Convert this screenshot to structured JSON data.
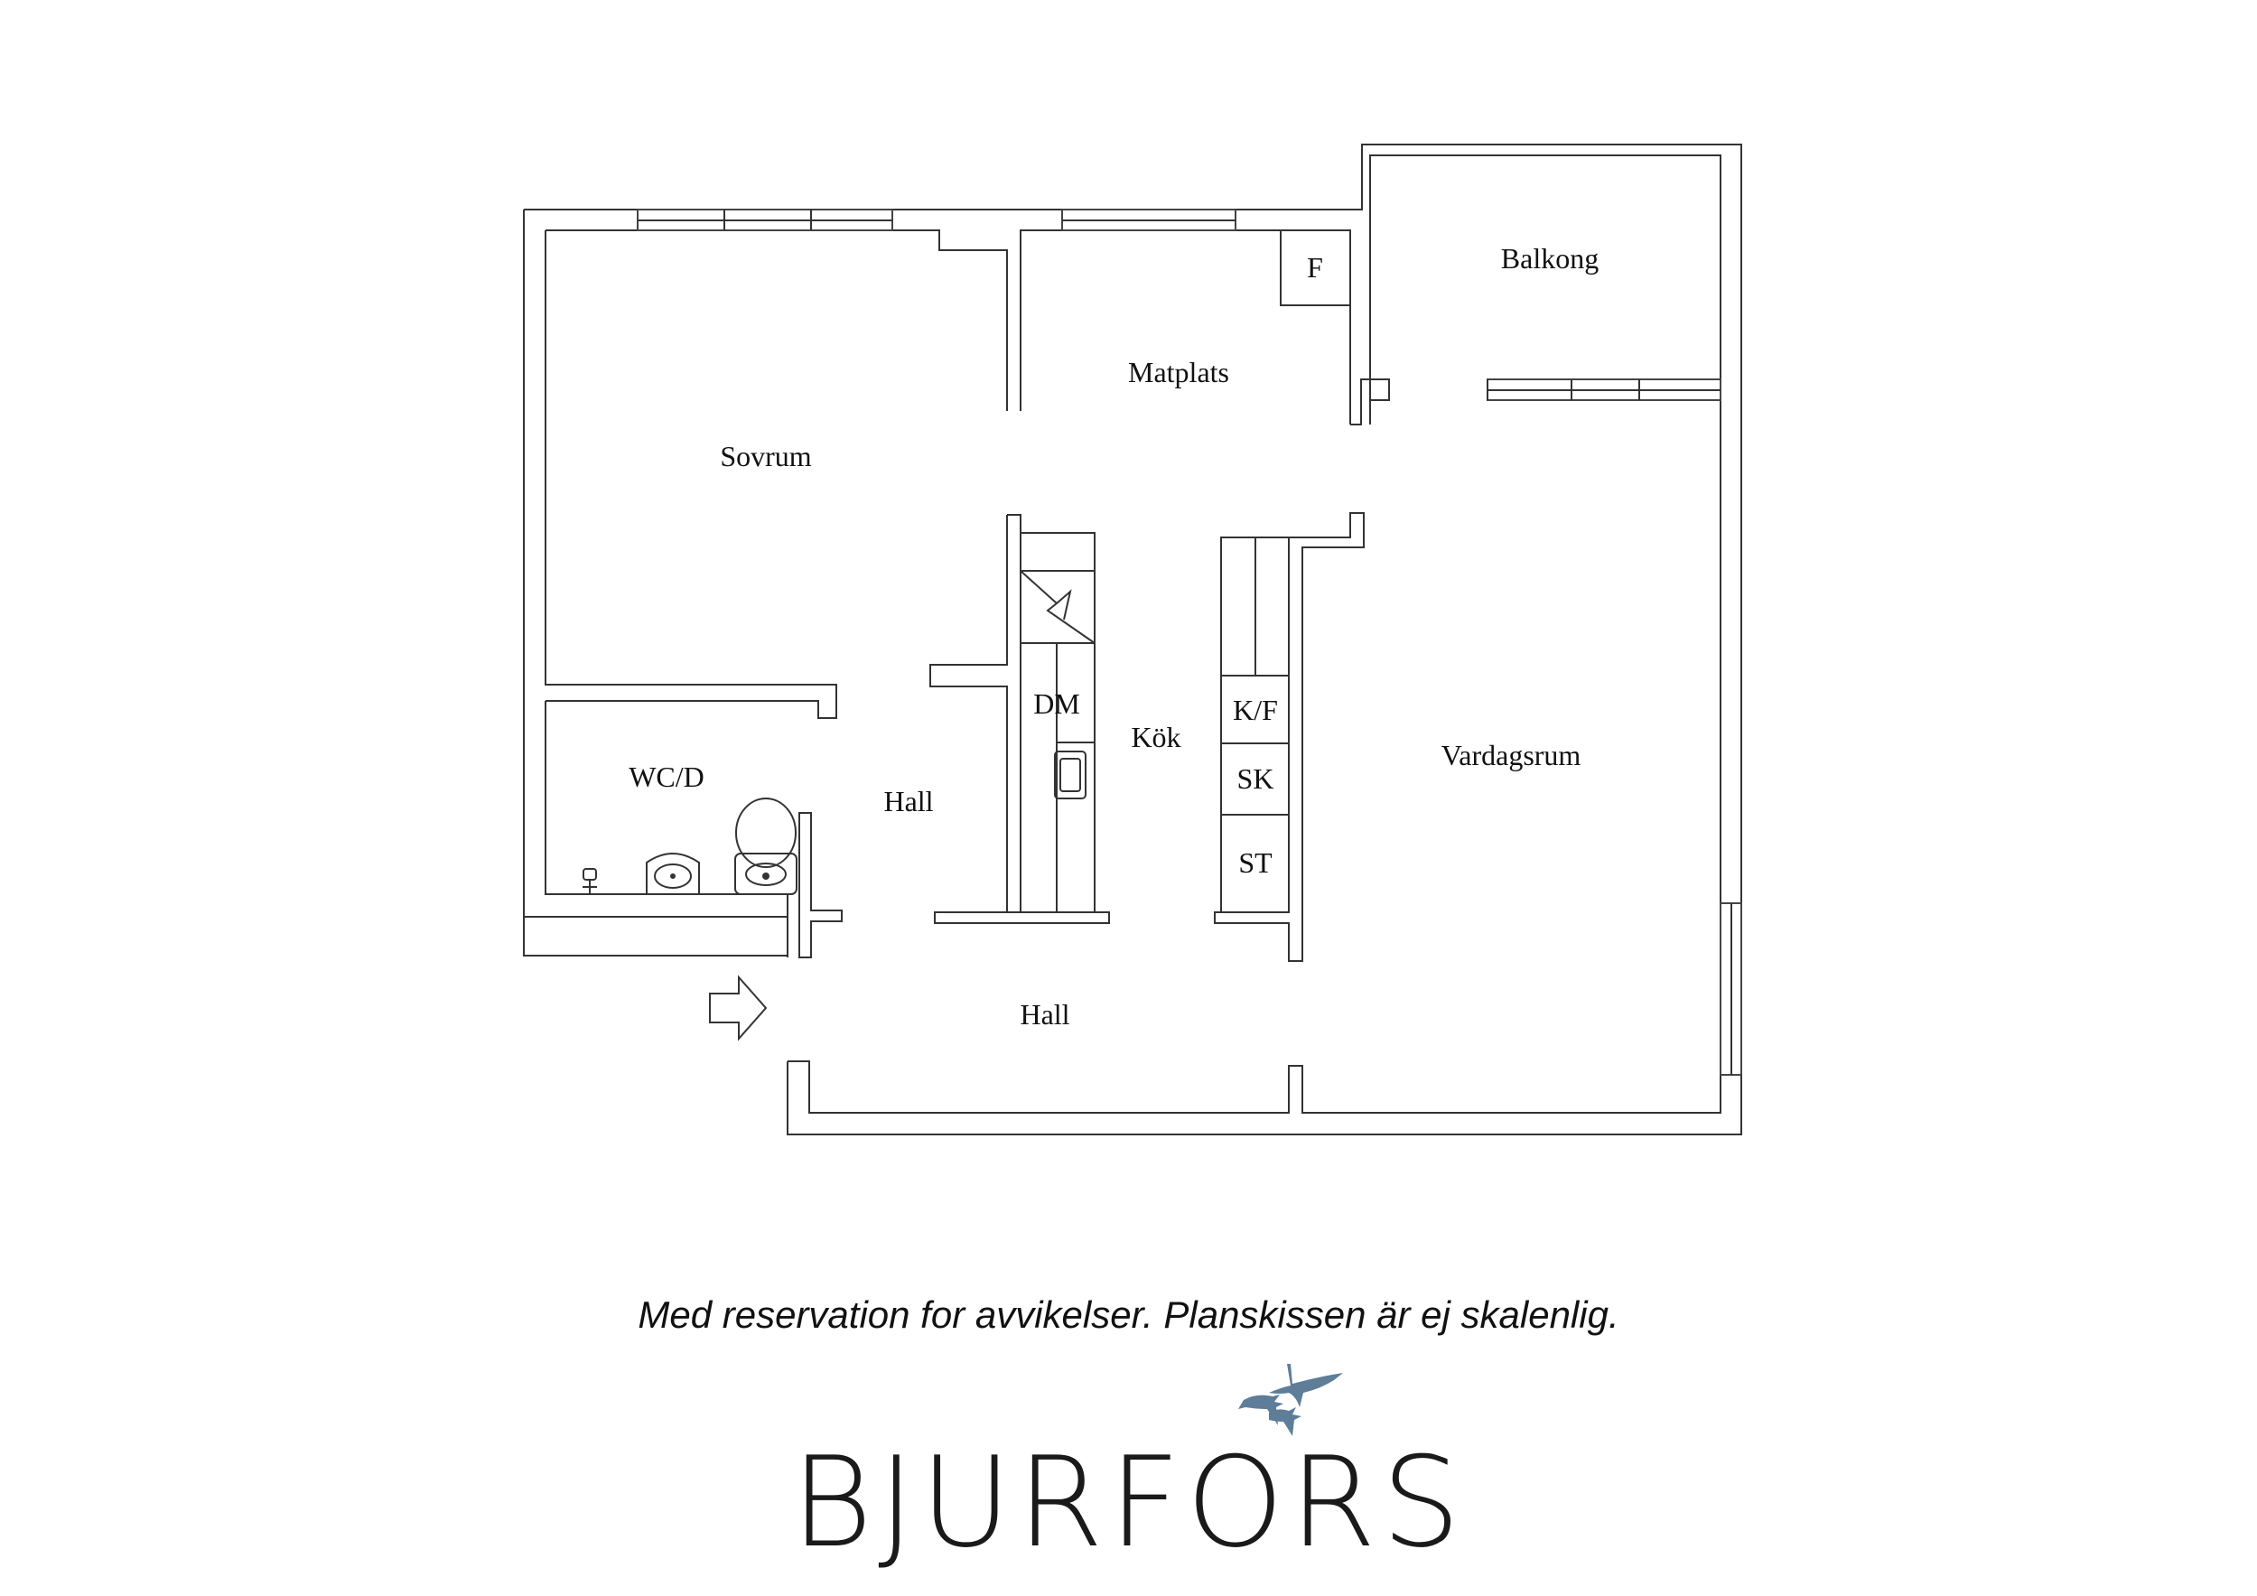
{
  "rooms": {
    "sovrum": "Sovrum",
    "matplats": "Matplats",
    "balkong": "Balkong",
    "kok": "Kök",
    "vardagsrum": "Vardagsrum",
    "wcd": "WC/D",
    "hall_inner": "Hall",
    "hall_main": "Hall"
  },
  "fixtures": {
    "f": "F",
    "dm": "DM",
    "kf": "K/F",
    "sk": "SK",
    "st": "ST"
  },
  "disclaimer": "Med reservation for avvikelser. Planskissen är ej skalenlig.",
  "logo": {
    "text": "BJURFORS",
    "icon": "geese-icon",
    "color": "#5d7d99"
  }
}
